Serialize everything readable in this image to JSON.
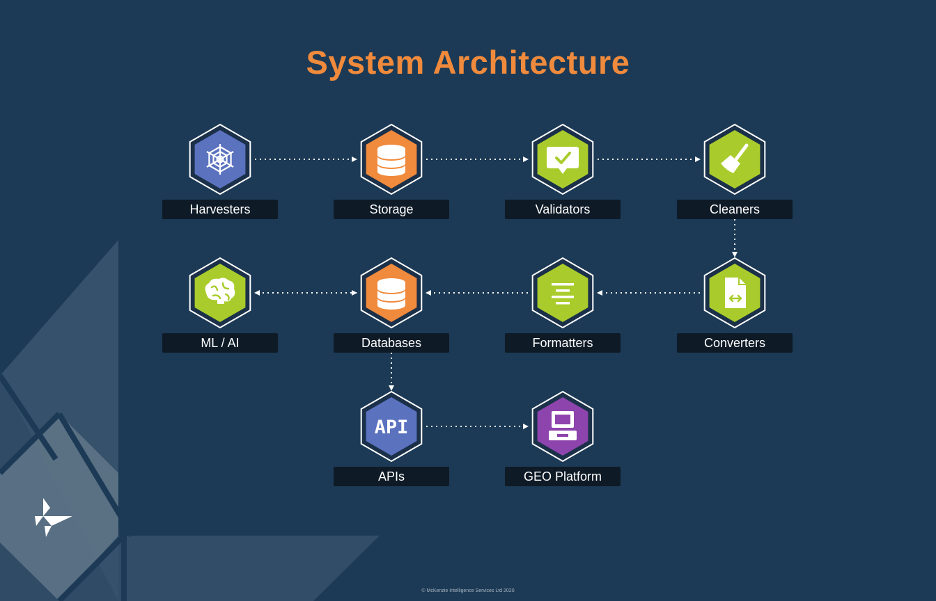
{
  "title": "System Architecture",
  "footer": "© McKenzie Intelligence Services Ltd 2020",
  "colors": {
    "background": "#1c3a55",
    "title": "#f08a3c",
    "blue": "#5b72bf",
    "orange": "#f08a3c",
    "green": "#a9cc2c",
    "purple": "#8e44ad",
    "label_bg": "#0e1a26"
  },
  "nodes": [
    {
      "id": "harvesters",
      "label": "Harvesters",
      "icon": "web-icon",
      "color": "blue"
    },
    {
      "id": "storage",
      "label": "Storage",
      "icon": "database-icon",
      "color": "orange"
    },
    {
      "id": "validators",
      "label": "Validators",
      "icon": "check-bubble-icon",
      "color": "green"
    },
    {
      "id": "cleaners",
      "label": "Cleaners",
      "icon": "broom-icon",
      "color": "green"
    },
    {
      "id": "ml-ai",
      "label": "ML / AI",
      "icon": "brain-icon",
      "color": "green"
    },
    {
      "id": "databases",
      "label": "Databases",
      "icon": "database-icon",
      "color": "orange"
    },
    {
      "id": "formatters",
      "label": "Formatters",
      "icon": "align-center-icon",
      "color": "green"
    },
    {
      "id": "converters",
      "label": "Converters",
      "icon": "file-convert-icon",
      "color": "green"
    },
    {
      "id": "apis",
      "label": "APIs",
      "icon": "api-icon",
      "color": "blue",
      "icon_text": "API"
    },
    {
      "id": "geo-platform",
      "label": "GEO Platform",
      "icon": "computer-icon",
      "color": "purple"
    }
  ],
  "edges": [
    {
      "from": "harvesters",
      "to": "storage",
      "bidirectional": false
    },
    {
      "from": "storage",
      "to": "validators",
      "bidirectional": false
    },
    {
      "from": "validators",
      "to": "cleaners",
      "bidirectional": false
    },
    {
      "from": "cleaners",
      "to": "converters",
      "bidirectional": false
    },
    {
      "from": "converters",
      "to": "formatters",
      "bidirectional": false
    },
    {
      "from": "formatters",
      "to": "databases",
      "bidirectional": false
    },
    {
      "from": "databases",
      "to": "ml-ai",
      "bidirectional": true
    },
    {
      "from": "databases",
      "to": "apis",
      "bidirectional": false
    },
    {
      "from": "apis",
      "to": "geo-platform",
      "bidirectional": false
    }
  ]
}
